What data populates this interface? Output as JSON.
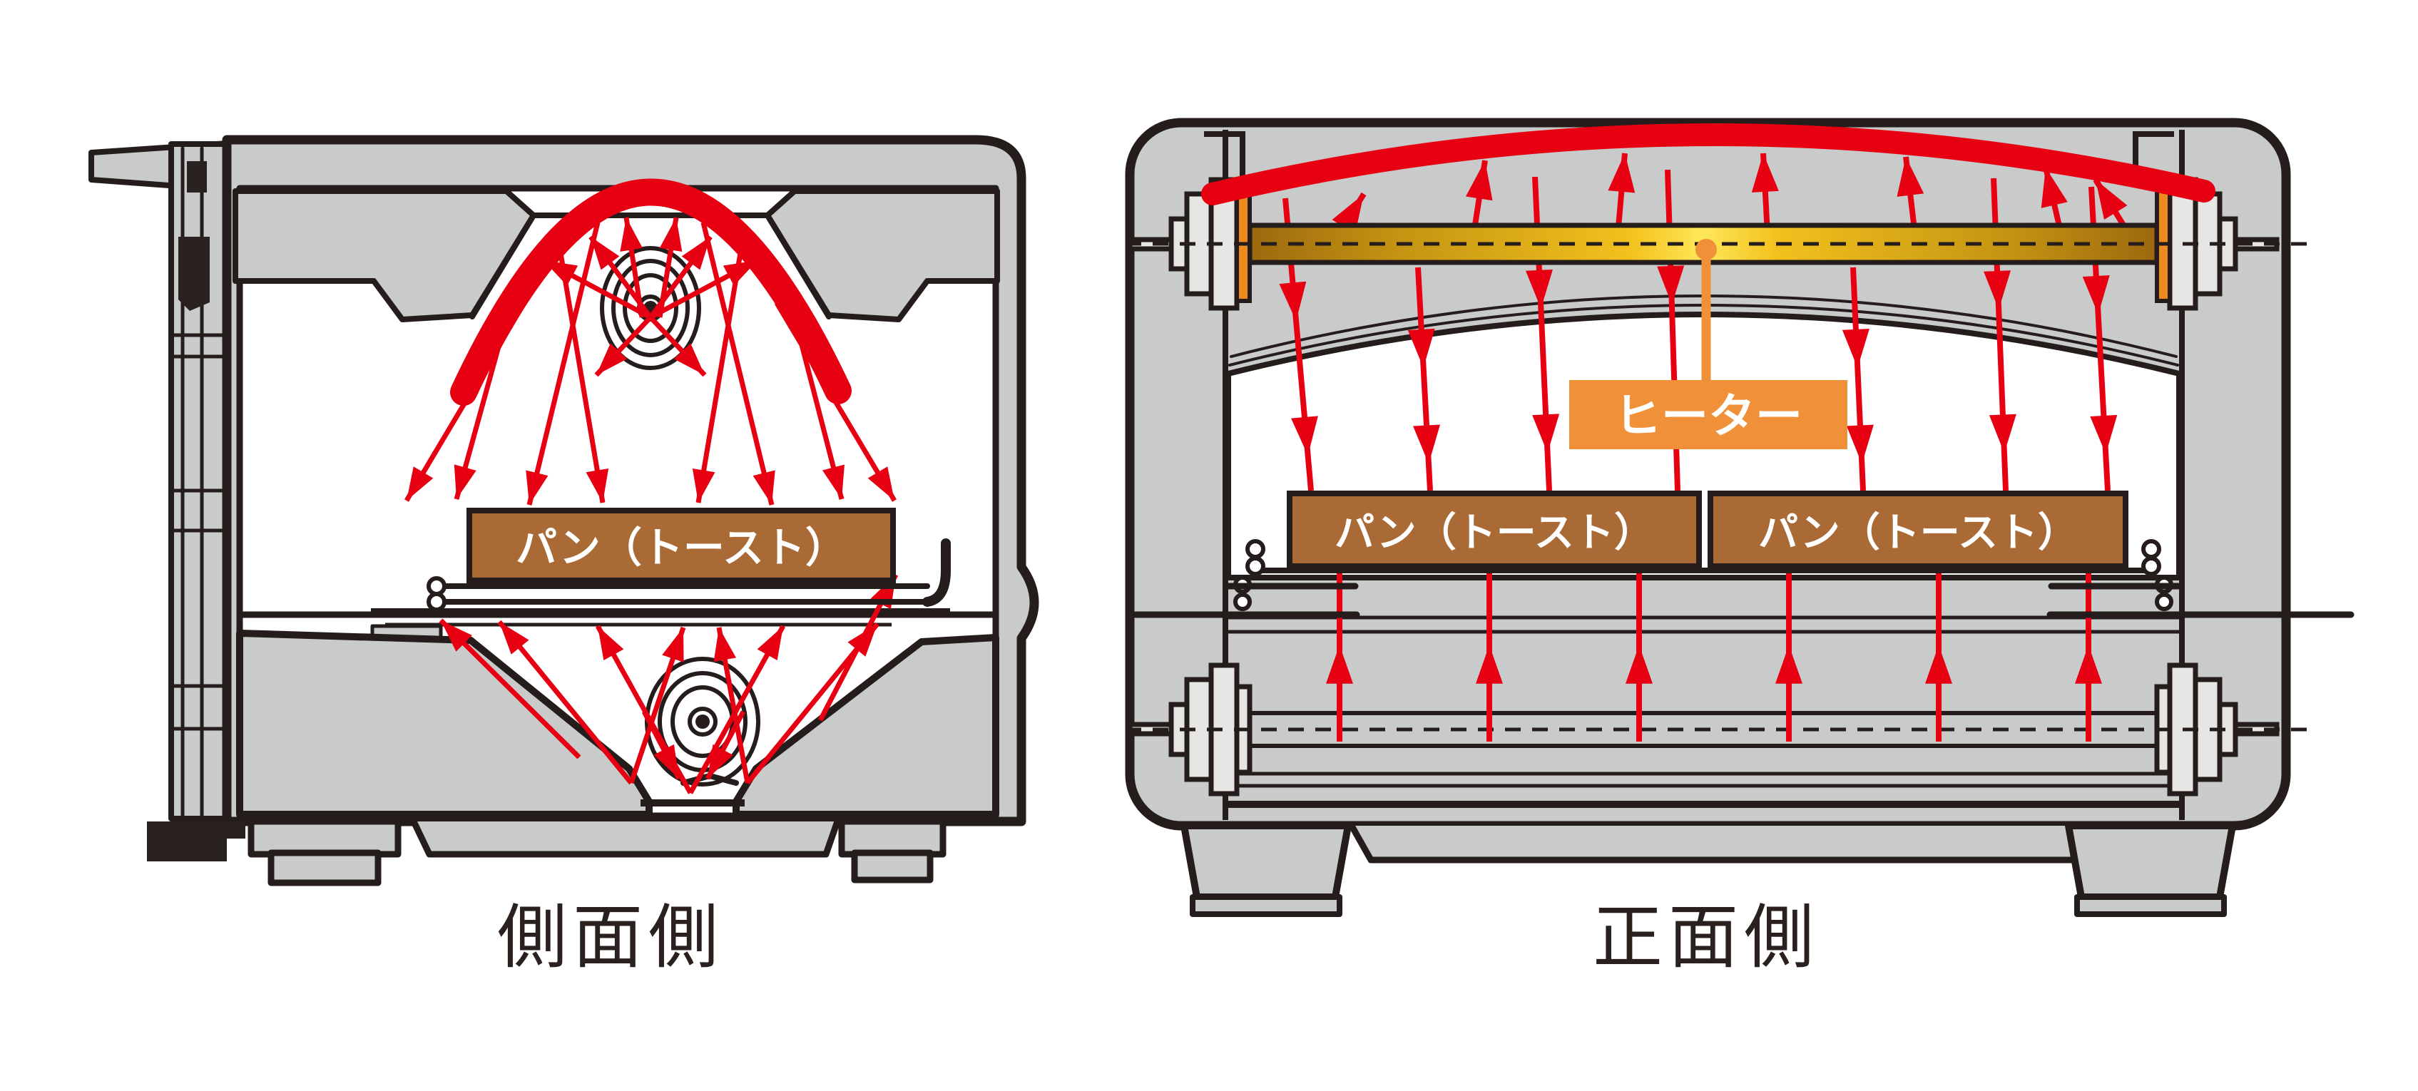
{
  "page": {
    "background": "#FFFFFF"
  },
  "colors": {
    "red": "#E60012",
    "outline": "#241D1B",
    "body_gray": "#C9CACA",
    "bread_brown": "#A96A35",
    "label_orange": "#F0913A",
    "gasket_orange": "#EE8A1E",
    "cap_gray": "#E6E6E5",
    "tube_dark": "#9C690E",
    "tube_mid": "#C49312",
    "tube_light": "#F2C11D",
    "tube_glow": "#FFE75A",
    "hinge_black": "#2A2220",
    "caption_color": "#2A211E",
    "white": "#FFFFFF"
  },
  "side_view": {
    "caption": "側面側",
    "bread_label": "パン（トースト）"
  },
  "front_view": {
    "caption": "正面側",
    "heater_label": "ヒーター",
    "bread_labels": [
      "パン（トースト）",
      "パン（トースト）"
    ]
  }
}
